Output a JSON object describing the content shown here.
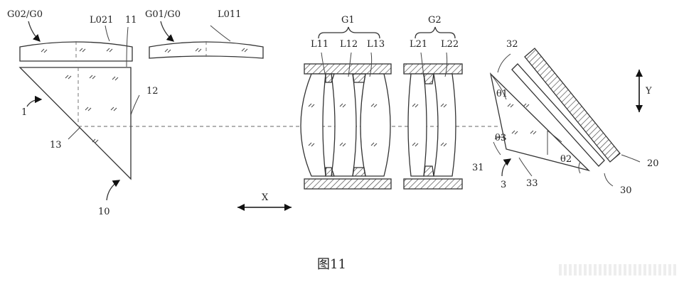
{
  "figure": {
    "caption": "图11",
    "labels": {
      "g02_g0": "G02/G0",
      "l021": "L021",
      "n11": "11",
      "g01_g0": "G01/G0",
      "l011": "L011",
      "g1": "G1",
      "l11": "L11",
      "l12": "L12",
      "l13": "L13",
      "g2": "G2",
      "l21": "L21",
      "l22": "L22",
      "n32": "32",
      "n12": "12",
      "n1": "1",
      "n13": "13",
      "n10": "10",
      "theta1": "θ1",
      "theta3": "θ3",
      "theta2": "θ2",
      "n31": "31",
      "n3": "3",
      "n33": "33",
      "n20": "20",
      "n30": "30",
      "axis_x": "X",
      "axis_y": "Y"
    }
  }
}
